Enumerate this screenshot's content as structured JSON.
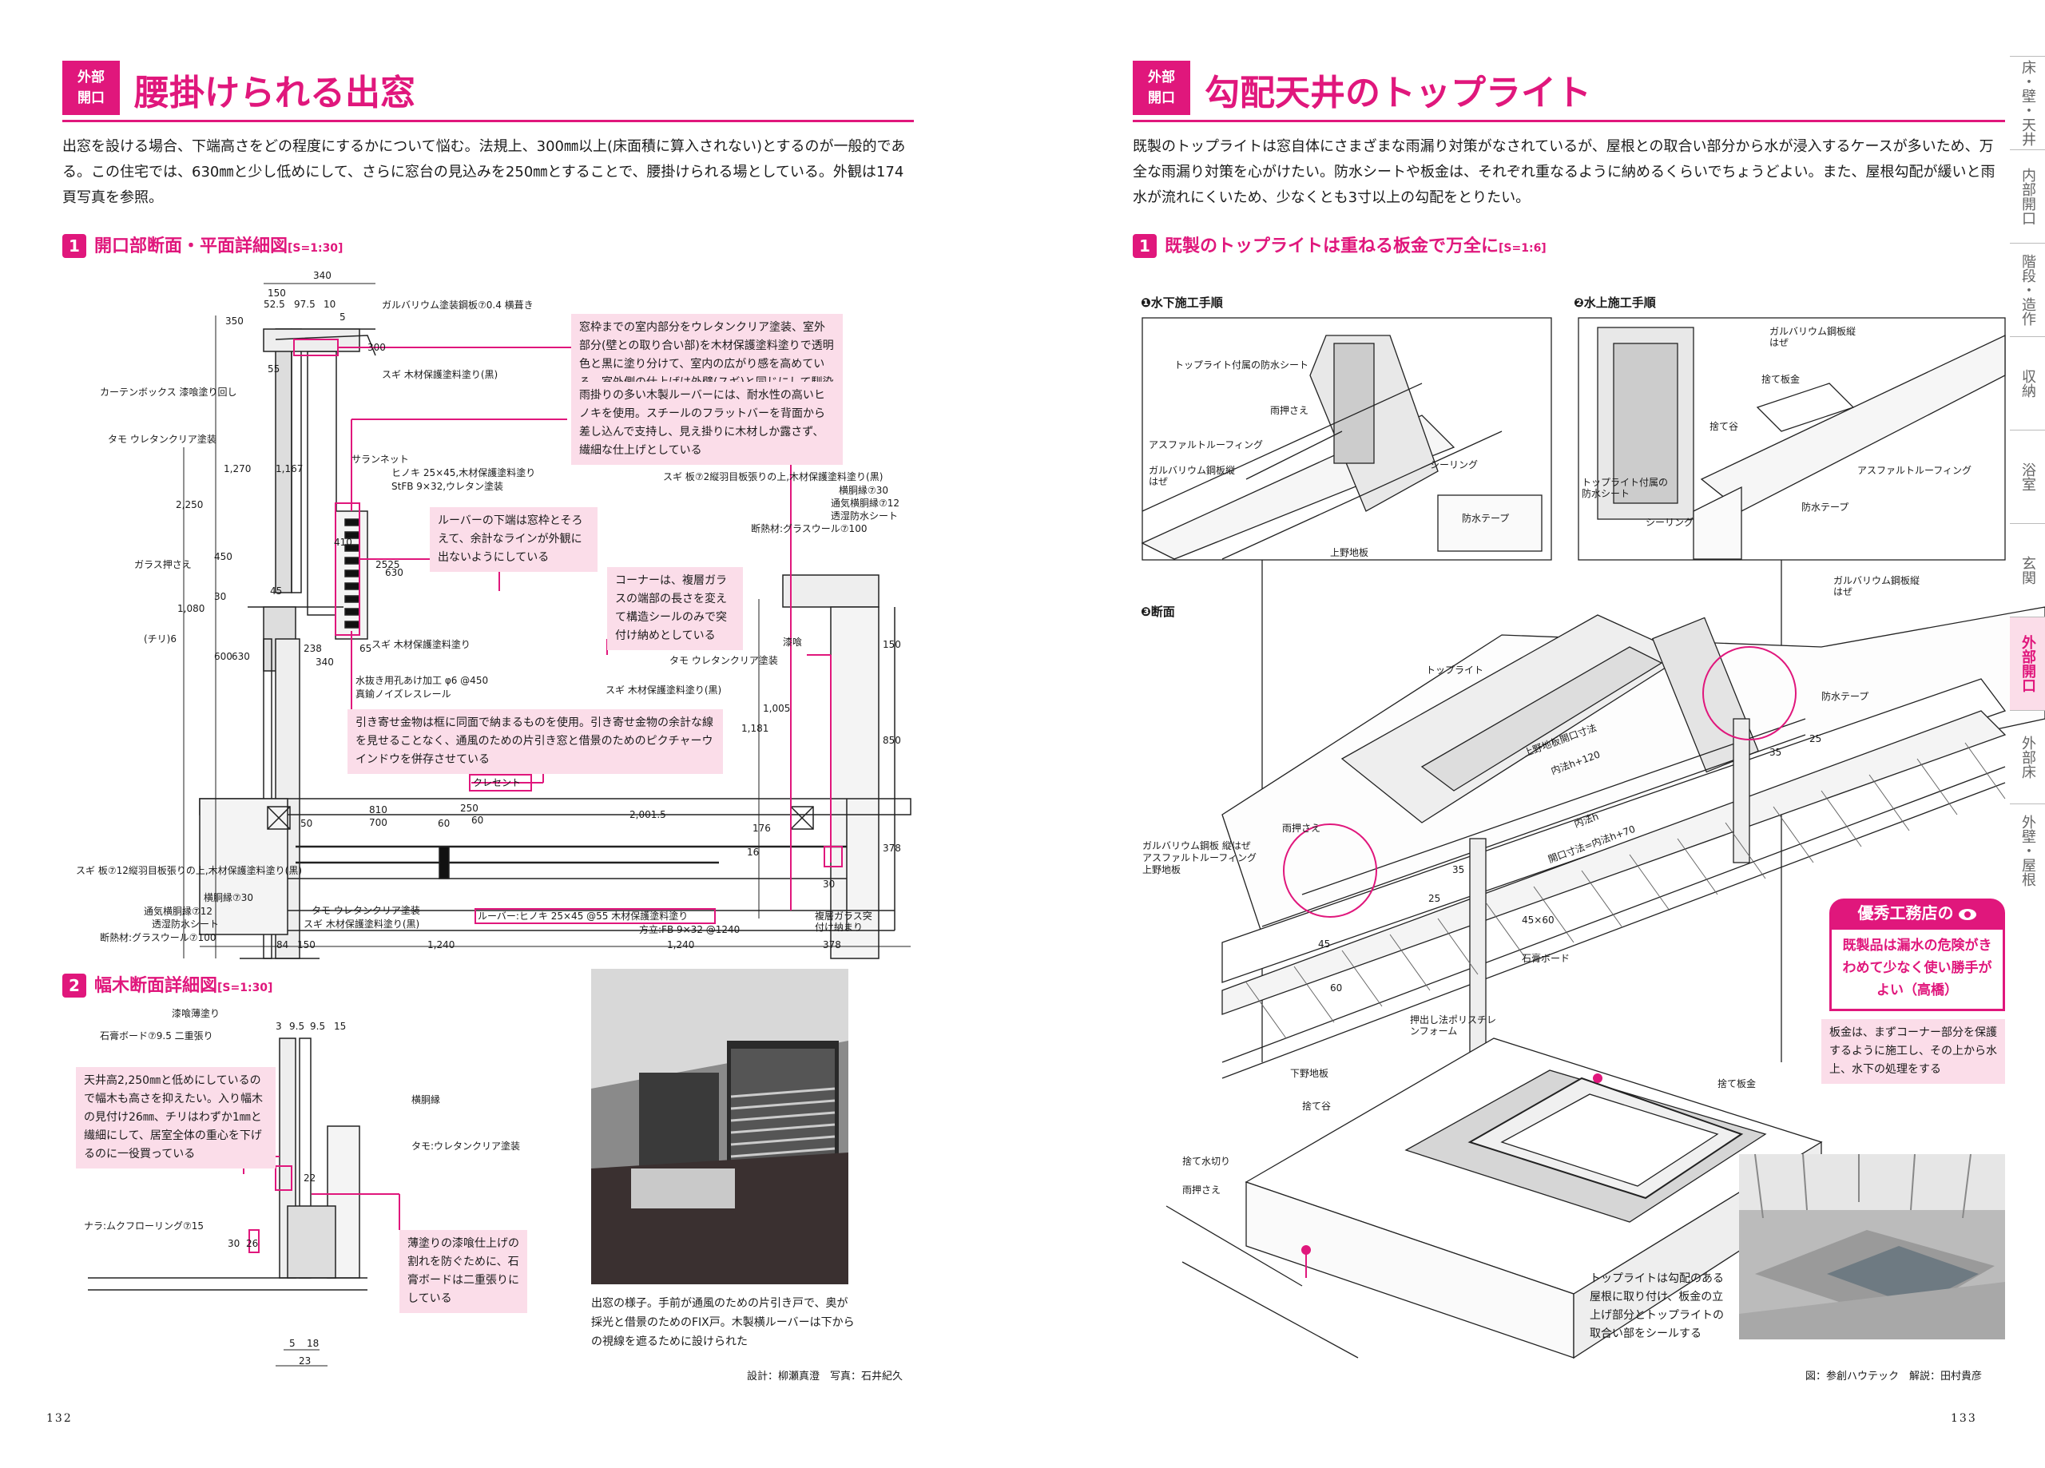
{
  "left": {
    "tag": "外部\n開口",
    "title": "腰掛けられる出窓",
    "intro": "出窓を設ける場合、下端高さをどの程度にするかについて悩む。法規上、300㎜以上(床面積に算入されない)とするのが一般的である。この住宅では、630㎜と少し低めにして、さらに窓台の見込みを250㎜とすることで、腰掛けられる場としている。外観は174頁写真を参照。",
    "sec1": {
      "num": "1",
      "title": "開口部断面・平面詳細図",
      "scale": "[S=1:30]"
    },
    "sec2": {
      "num": "2",
      "title": "幅木断面詳細図",
      "scale": "[S=1:30]"
    },
    "notes": [
      "窓枠までの室内部分をウレタンクリア塗装、室外部分(壁との取り合い部)を木材保護塗料塗りで透明色と黒に塗り分けて、室内の広がり感を高めている。室外側の仕上げは外壁(スギ)と同じにして馴染ませている",
      "雨掛りの多い木製ルーバーには、耐水性の高いヒノキを使用。スチールのフラットバーを背面から差し込んで支持し、見え掛りに木材しか露さず、繊細な仕上げとしている",
      "ルーバーの下端は窓枠とそろえて、余計なラインが外観に出ないようにしている",
      "コーナーは、複層ガラスの端部の長さを変えて構造シールのみで突付け納めとしている",
      "引き寄せ金物は框に同面で納まるものを使用。引き寄せ金物の余計な線を見せることなく、通風のための片引き窓と借景のためのピクチャーウインドウを併存させている",
      "天井高2,250㎜と低めにしているので幅木も高さを抑えたい。入り幅木の見付け26㎜、チリはわずか1㎜と繊細にして、居室全体の重心を下げるのに一役買っている",
      "薄塗りの漆喰仕上げの割れを防ぐために、石膏ボードは二重張りにしている"
    ],
    "labels": [
      "ガルバリウム塗装鋼板⑦0.4 横葺き",
      "カーテンボックス 漆喰塗り回し",
      "タモ ウレタンクリア塗装",
      "スギ 木材保護塗料塗り(黒)",
      "サランネット",
      "ヒノキ 25×45,木材保護塗料塗り",
      "StFB 9×32,ウレタン塗装",
      "スギ 板⑦2縦羽目板張りの上,木材保護塗料塗り(黒)",
      "横胴縁⑦30",
      "通気横胴縁⑦12",
      "透湿防水シート",
      "断熱材:グラスウール⑦100",
      "ガラス押さえ",
      "(チリ)6",
      "スギ 木材保護塗料塗り",
      "水抜き用孔あけ加工 φ6 @450",
      "真鍮ノイズレスレール",
      "漆喰",
      "タモ ウレタンクリア塗装",
      "スギ 木材保護塗料塗り(黒)",
      "クレセント",
      "スギ 板⑦12縦羽目板張りの上,木材保護塗料塗り(黒)",
      "横胴縁⑦30",
      "通気横胴縁⑦12",
      "透湿防水シート",
      "断熱材:グラスウール⑦100",
      "タモ ウレタンクリア塗装",
      "スギ 木材保護塗料塗り(黒)",
      "ルーバー:ヒノキ 25×45 @55 木材保護塗料塗り",
      "方立:FB 9×32 @1240",
      "複層ガラス突付け納まり",
      "漆喰薄塗り",
      "石膏ボード⑦9.5 二重張り",
      "横胴縁",
      "タモ:ウレタンクリア塗装",
      "ナラ:ムクフローリング⑦15"
    ],
    "dims": [
      "340",
      "150",
      "52.5",
      "97.5",
      "10",
      "5",
      "350",
      "55",
      "300",
      "1,270",
      "1,167",
      "2,250",
      "450",
      "30",
      "1,080",
      "600",
      "630",
      "45",
      "238",
      "340",
      "65",
      "2525",
      "410",
      "630",
      "810",
      "700",
      "50",
      "60",
      "250",
      "2,001.5",
      "16",
      "176",
      "378",
      "1,181",
      "1,005",
      "850",
      "150",
      "84",
      "150",
      "1,240",
      "1,240",
      "378",
      "30",
      "60",
      "3",
      "9.5",
      "9.5",
      "15",
      "22",
      "30",
      "26",
      "5",
      "18",
      "23"
    ],
    "caption": "出窓の様子。手前が通風のための片引き戸で、奥が採光と借景のためのFIX戸。木製横ルーバーは下からの視線を遮るために設けられた",
    "credit": "設計：柳瀬真澄　写真：石井紀久",
    "page_number": "132"
  },
  "right": {
    "tag": "外部\n開口",
    "title": "勾配天井のトップライト",
    "intro": "既製のトップライトは窓自体にさまざまな雨漏り対策がなされているが、屋根との取合い部分から水が浸入するケースが多いため、万全な雨漏り対策を心がけたい。防水シートや板金は、それぞれ重なるように納めるくらいでちょうどよい。また、屋根勾配が緩いと雨水が流れにくいため、少なくとも3寸以上の勾配をとりたい。",
    "sec1": {
      "num": "1",
      "title": "既製のトップライトは重ねる板金で万全に",
      "scale": "[S=1:6]"
    },
    "sub1": {
      "num": "❶",
      "title": "水下施工手順"
    },
    "sub2": {
      "num": "❷",
      "title": "水上施工手順"
    },
    "sub3": {
      "num": "❸",
      "title": "断面"
    },
    "labels1": [
      "トップライト付属の防水シート",
      "雨押さえ",
      "アスファルトルーフィング",
      "ガルバリウム鋼板縦はぜ",
      "シーリング",
      "防水テープ",
      "上野地板"
    ],
    "labels2": [
      "ガルバリウム鋼板縦はぜ",
      "捨て板金",
      "捨て谷",
      "トップライト付属の防水シート",
      "アスファルトルーフィング",
      "防水テープ",
      "シーリング"
    ],
    "labels3": [
      "ガルバリウム鋼板縦はぜ",
      "トップライト",
      "防水テープ",
      "上野地板開口寸法",
      "内法h+120",
      "内法h",
      "開口寸法=内法h+70",
      "雨押さえ",
      "ガルバリウム鋼板 縦はぜ",
      "アスファルトルーフィング",
      "上野地板",
      "45×60",
      "石膏ボード",
      "押出し法ポリスチレンフォーム",
      "下野地板"
    ],
    "dims3": [
      "35",
      "25",
      "35",
      "25",
      "45",
      "60"
    ],
    "labels4": [
      "捨て板金",
      "捨て谷",
      "捨て水切り",
      "雨押さえ"
    ],
    "tips": {
      "head": "優秀工務店の",
      "body": "既製品は漏水の危険がきわめて少なく使い勝手がよい（高橋）"
    },
    "notes": [
      "板金は、まずコーナー部分を保護するように施工し、その上から水上、水下の処理をする",
      "トップライトは勾配のある屋根に取り付け、板金の立上げ部分とトップライトの取合い部をシールする"
    ],
    "credit": "図：参創ハウテック　解説：田村貴彦",
    "page_number": "133"
  },
  "side_tabs": [
    {
      "label": "床・壁・天井",
      "active": false
    },
    {
      "label": "内部開口",
      "active": false
    },
    {
      "label": "階段・造作",
      "active": false
    },
    {
      "label": "収納",
      "active": false
    },
    {
      "label": "浴室",
      "active": false
    },
    {
      "label": "玄関",
      "active": false
    },
    {
      "label": "外部開口",
      "active": true
    },
    {
      "label": "外部床",
      "active": false
    },
    {
      "label": "外壁・屋根",
      "active": false
    }
  ],
  "colors": {
    "accent": "#e0177c",
    "note_bg": "#fbdde9",
    "line": "#222222"
  }
}
